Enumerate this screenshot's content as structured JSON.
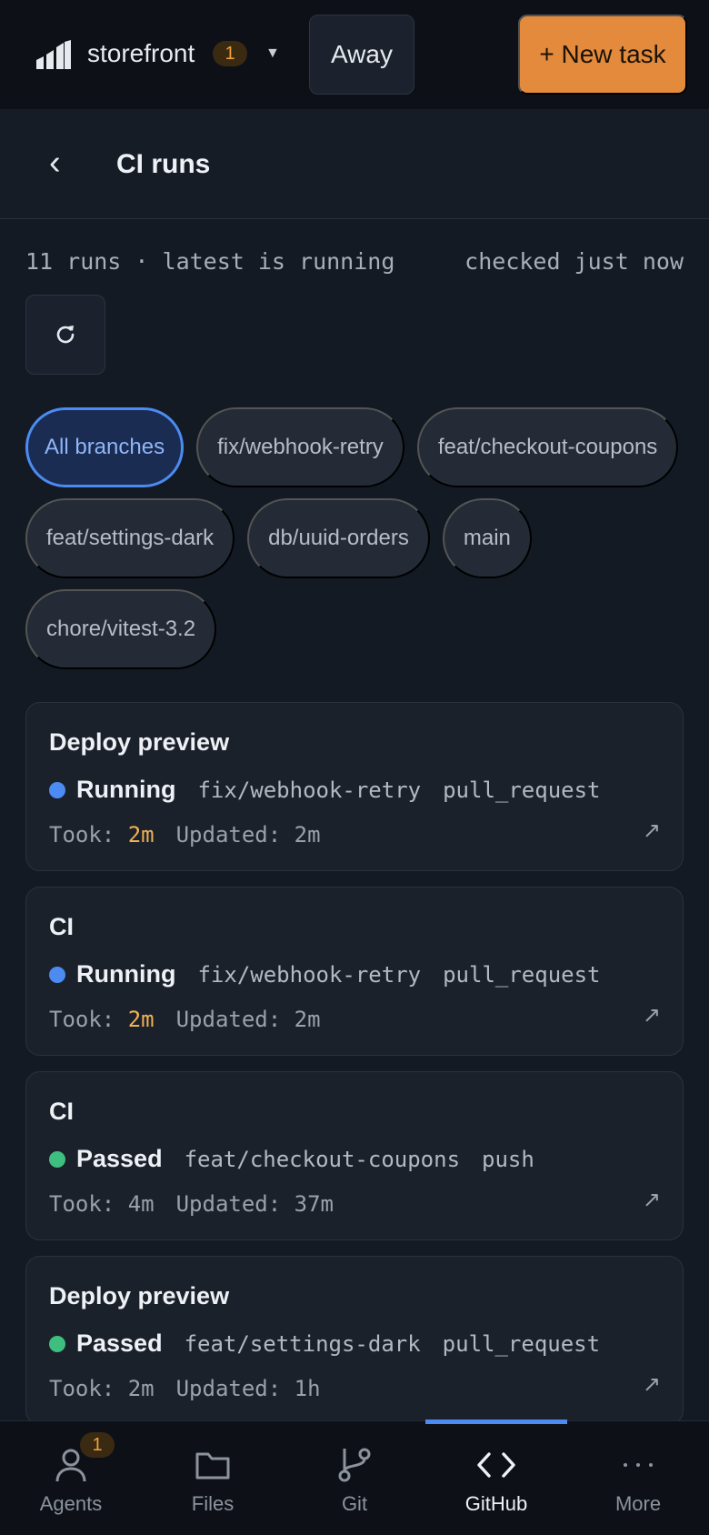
{
  "topbar": {
    "project_name": "storefront",
    "project_badge": "1",
    "away_label": "Away",
    "new_task_label": "+ New task"
  },
  "header": {
    "title": "CI runs"
  },
  "summary": {
    "runs_text": "11 runs · latest is running",
    "checked_text": "checked just now"
  },
  "branches": [
    {
      "label": "All branches",
      "active": true
    },
    {
      "label": "fix/webhook-retry",
      "active": false
    },
    {
      "label": "feat/checkout-coupons",
      "active": false
    },
    {
      "label": "feat/settings-dark",
      "active": false
    },
    {
      "label": "db/uuid-orders",
      "active": false
    },
    {
      "label": "main",
      "active": false
    },
    {
      "label": "chore/vitest-3.2",
      "active": false
    }
  ],
  "runs": [
    {
      "title": "Deploy preview",
      "status": "Running",
      "status_color": "#4b8bf2",
      "branch": "fix/webhook-retry",
      "event": "pull_request",
      "took_label": "Took:",
      "took": "2m",
      "took_highlight": true,
      "updated_label": "Updated:",
      "updated": "2m",
      "link_glyph": "↗"
    },
    {
      "title": "CI",
      "status": "Running",
      "status_color": "#4b8bf2",
      "branch": "fix/webhook-retry",
      "event": "pull_request",
      "took_label": "Took:",
      "took": "2m",
      "took_highlight": true,
      "updated_label": "Updated:",
      "updated": "2m",
      "link_glyph": "↗"
    },
    {
      "title": "CI",
      "status": "Passed",
      "status_color": "#3fbf7f",
      "branch": "feat/checkout-coupons",
      "event": "push",
      "took_label": "Took:",
      "took": "4m",
      "took_highlight": false,
      "updated_label": "Updated:",
      "updated": "37m",
      "link_glyph": "↗"
    },
    {
      "title": "Deploy preview",
      "status": "Passed",
      "status_color": "#3fbf7f",
      "branch": "feat/settings-dark",
      "event": "pull_request",
      "took_label": "Took:",
      "took": "2m",
      "took_highlight": false,
      "updated_label": "Updated:",
      "updated": "1h",
      "link_glyph": "↗"
    }
  ],
  "nav": {
    "items": [
      {
        "label": "Agents",
        "icon": "person-icon",
        "badge": "1"
      },
      {
        "label": "Files",
        "icon": "folder-icon"
      },
      {
        "label": "Git",
        "icon": "git-branch-icon"
      },
      {
        "label": "GitHub",
        "icon": "code-brackets-icon",
        "active": true
      },
      {
        "label": "More",
        "icon": "ellipsis-icon"
      }
    ]
  },
  "colors": {
    "accent": "#e38a3c",
    "active_blue": "#4b8bf2",
    "running": "#4b8bf2",
    "passed": "#3fbf7f",
    "duration_highlight": "#f0b255"
  }
}
